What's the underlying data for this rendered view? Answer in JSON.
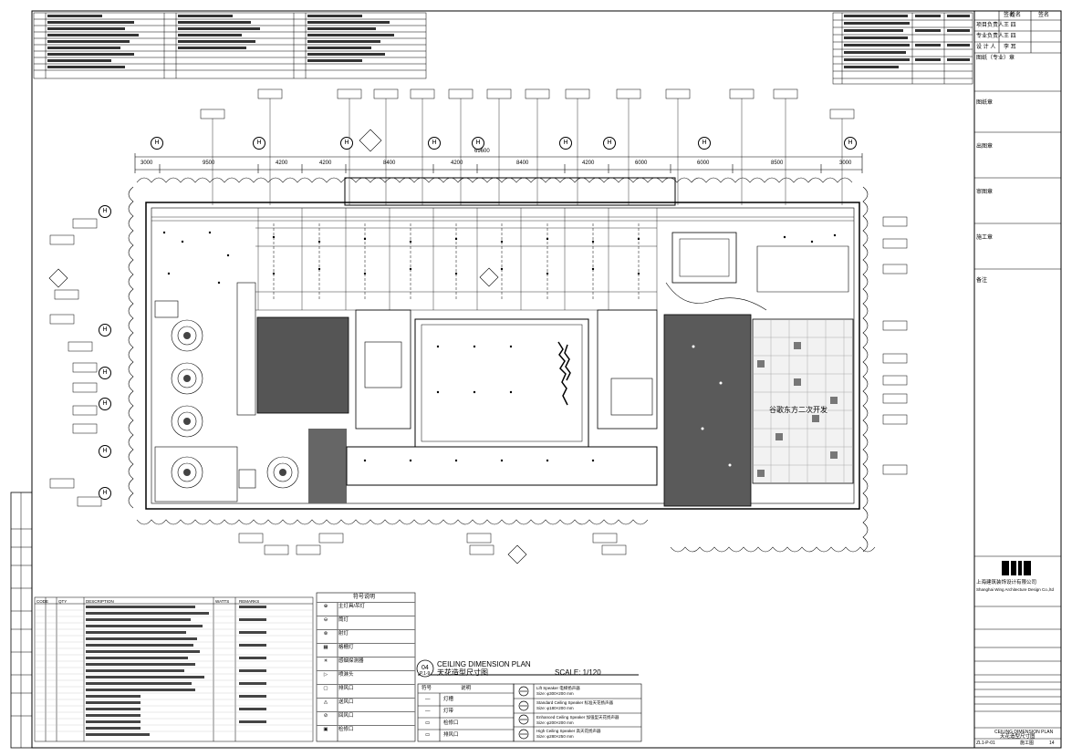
{
  "plan": {
    "number": "04",
    "title_en": "CEILING DIMENSION PLAN",
    "title_cn": "天花造型尺寸图",
    "scale": "SCALE: 1/120",
    "sheet_ref": "P.1-9",
    "overall_dim": "69600",
    "top_dims": [
      "3000",
      "9500",
      "4200",
      "4200",
      "8400",
      "4200",
      "8400",
      "4200",
      "6000",
      "6000",
      "8500",
      "3000"
    ],
    "grid_labels": [
      "H",
      "H",
      "H",
      "H",
      "H",
      "H",
      "H",
      "H",
      "H"
    ],
    "side_grid_labels": [
      "H",
      "H",
      "H",
      "H",
      "H",
      "H"
    ],
    "room_label": "谷歌东方二次开发"
  },
  "right_block": {
    "header": [
      "签名",
      "姓名",
      "签名"
    ],
    "roles": [
      {
        "role": "项目负责人",
        "name": "王 四"
      },
      {
        "role": "专业负责人",
        "name": "王 四"
      },
      {
        "role": "设 计 人",
        "name": "李 耳"
      }
    ],
    "fields": [
      "图纸（专业）章",
      "图纸章",
      "出图章",
      "审图章",
      "施工章",
      "备注"
    ],
    "company_cn": "上海建筑装饰设计有限公司",
    "company_en": "Shanghai Wing Architecture Design Co.,ltd",
    "drawing_title_en": "CEILING DIMENSION PLAN",
    "drawing_title_cn": "天花造型尺寸图",
    "sheet_no": "ZL1-P-01",
    "sheet_count": "14",
    "status": "施工图"
  },
  "legend": {
    "header": "符号说明",
    "items": [
      "主灯具/吊灯",
      "筒灯",
      "射灯",
      "格栅灯",
      "感烟探测器",
      "喷淋头",
      "排风口",
      "送风口",
      "回风口",
      "检修口"
    ]
  },
  "speakers": [
    {
      "name": "Lift Speaker 电梯扬声器",
      "size": "Size: φ300×200 mm"
    },
    {
      "name": "Standard Ceiling Speaker 标准天花扬声器",
      "size": "Size: φ180×200 mm"
    },
    {
      "name": "Enhanced Ceiling Speaker 加强型天花扬声器",
      "size": "Size: φ200×200 mm"
    },
    {
      "name": "High Ceiling Speaker 高天花扬声器",
      "size": "Size: φ280×250 mm"
    }
  ],
  "schedule_header": [
    "CODE",
    "QTY",
    "DESCRIPTION",
    "WATTS",
    "REMARKS"
  ],
  "mid_table": {
    "header": [
      "符号",
      "说明"
    ],
    "rows": [
      {
        "sym": "—",
        "txt": "灯槽"
      },
      {
        "sym": "—",
        "txt": "灯带"
      },
      {
        "sym": "▭",
        "txt": "检修口"
      },
      {
        "sym": "▭",
        "txt": "排风口"
      }
    ]
  }
}
